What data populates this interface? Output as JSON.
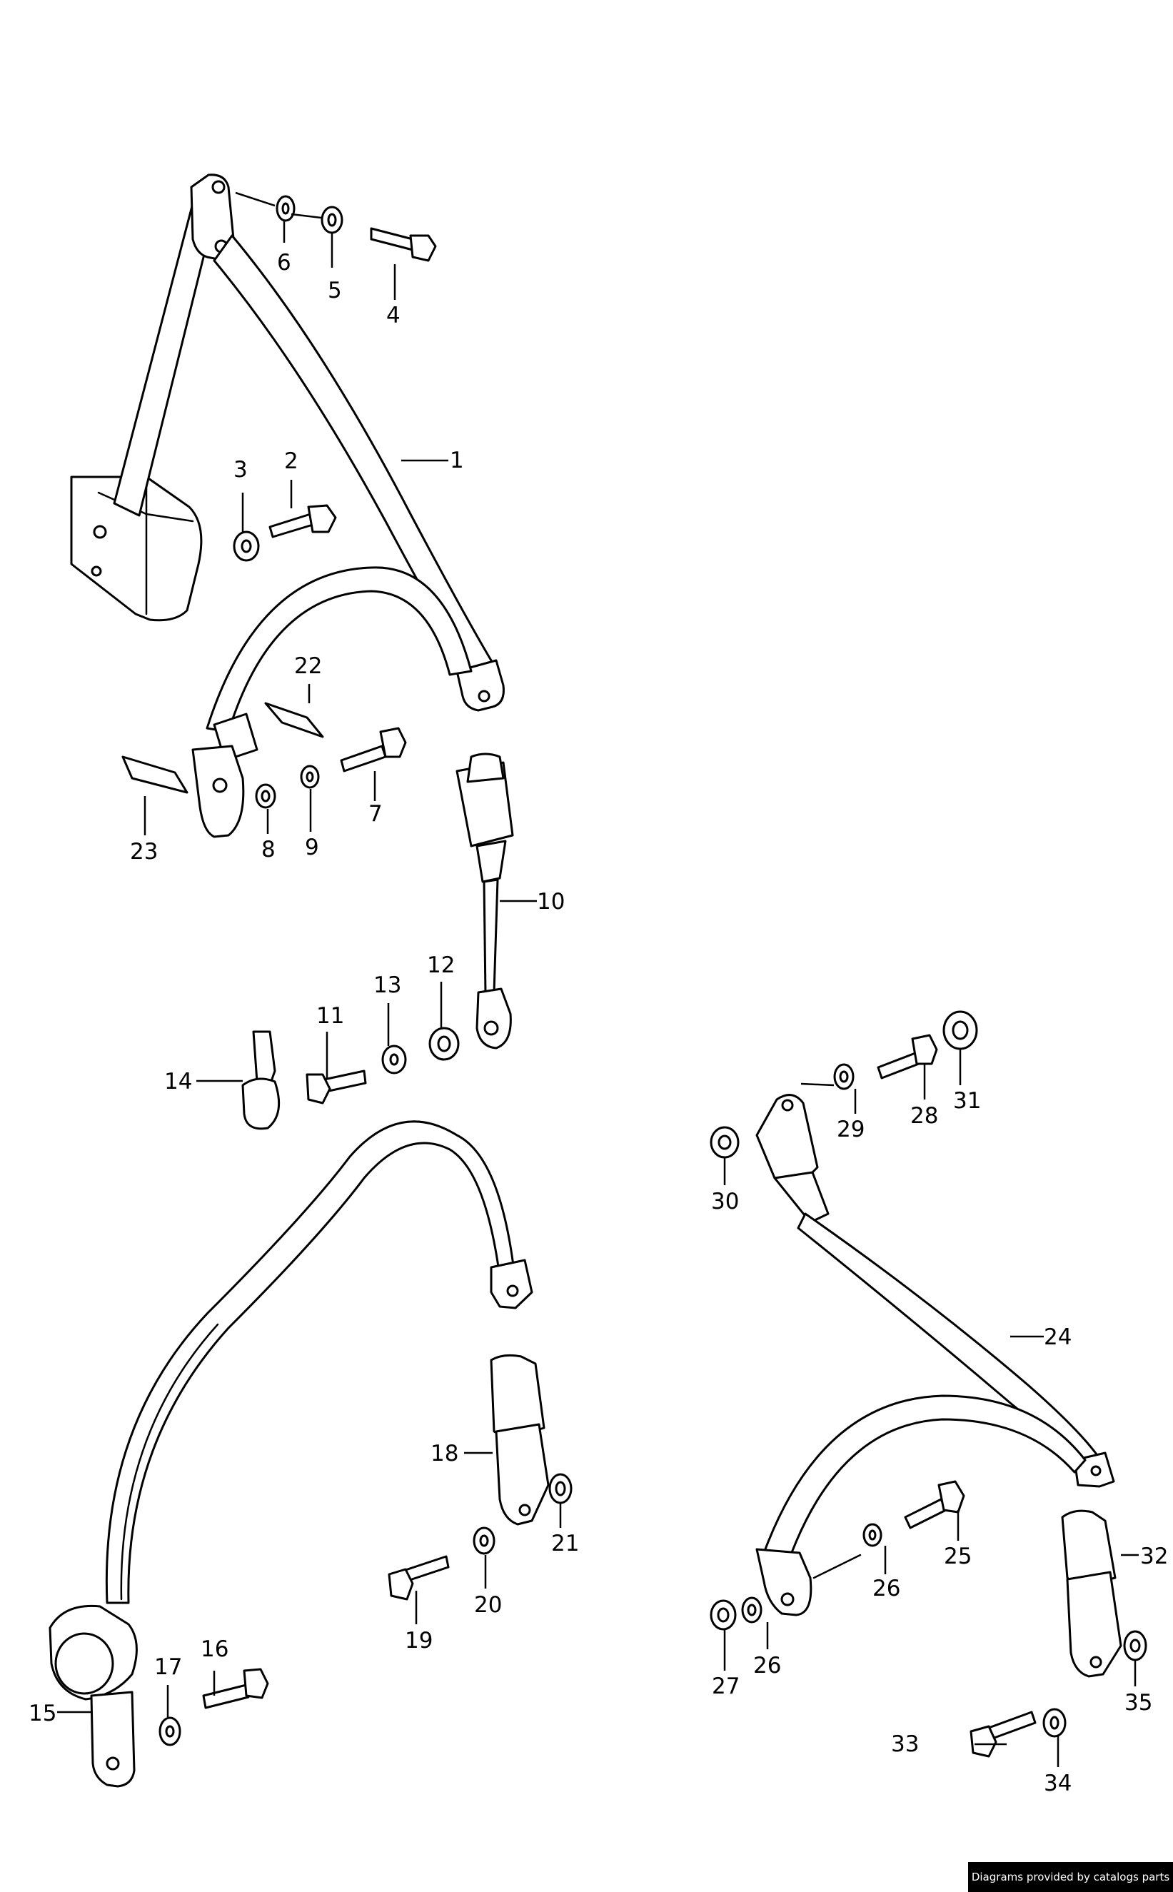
{
  "labels": {
    "l1": "1",
    "l2": "2",
    "l3": "3",
    "l4": "4",
    "l5": "5",
    "l6": "6",
    "l7": "7",
    "l8": "8",
    "l9": "9",
    "l10": "10",
    "l11": "11",
    "l12": "12",
    "l13": "13",
    "l14": "14",
    "l15": "15",
    "l16": "16",
    "l17": "17",
    "l18": "18",
    "l19": "19",
    "l20": "20",
    "l21": "21",
    "l22": "22",
    "l23": "23",
    "l24": "24",
    "l25": "25",
    "l26a": "26",
    "l26b": "26",
    "l27": "27",
    "l28": "28",
    "l29": "29",
    "l30": "30",
    "l31": "31",
    "l32": "32",
    "l33": "33",
    "l34": "34",
    "l35": "35"
  },
  "credit": "Diagrams provided by catalogs parts"
}
